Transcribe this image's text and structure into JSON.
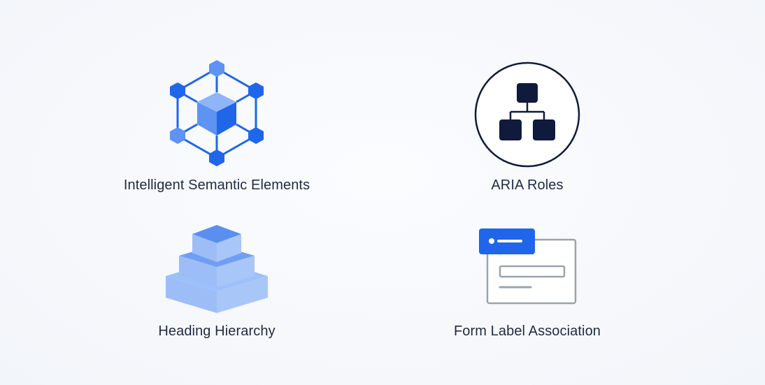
{
  "features": {
    "semantic": {
      "label": "Intelligent Semantic Elements",
      "icon": "hexagon-network-icon"
    },
    "aria": {
      "label": "ARIA Roles",
      "icon": "hierarchy-circle-icon"
    },
    "heading": {
      "label": "Heading Hierarchy",
      "icon": "stacked-layers-icon"
    },
    "form": {
      "label": "Form Label Association",
      "icon": "form-field-icon"
    }
  },
  "colors": {
    "accent_blue": "#1f66ea",
    "light_blue": "#5e92f3",
    "navy": "#0f1a3d",
    "label_text": "#1f2a44",
    "gray_outline": "#9aa3ae"
  }
}
